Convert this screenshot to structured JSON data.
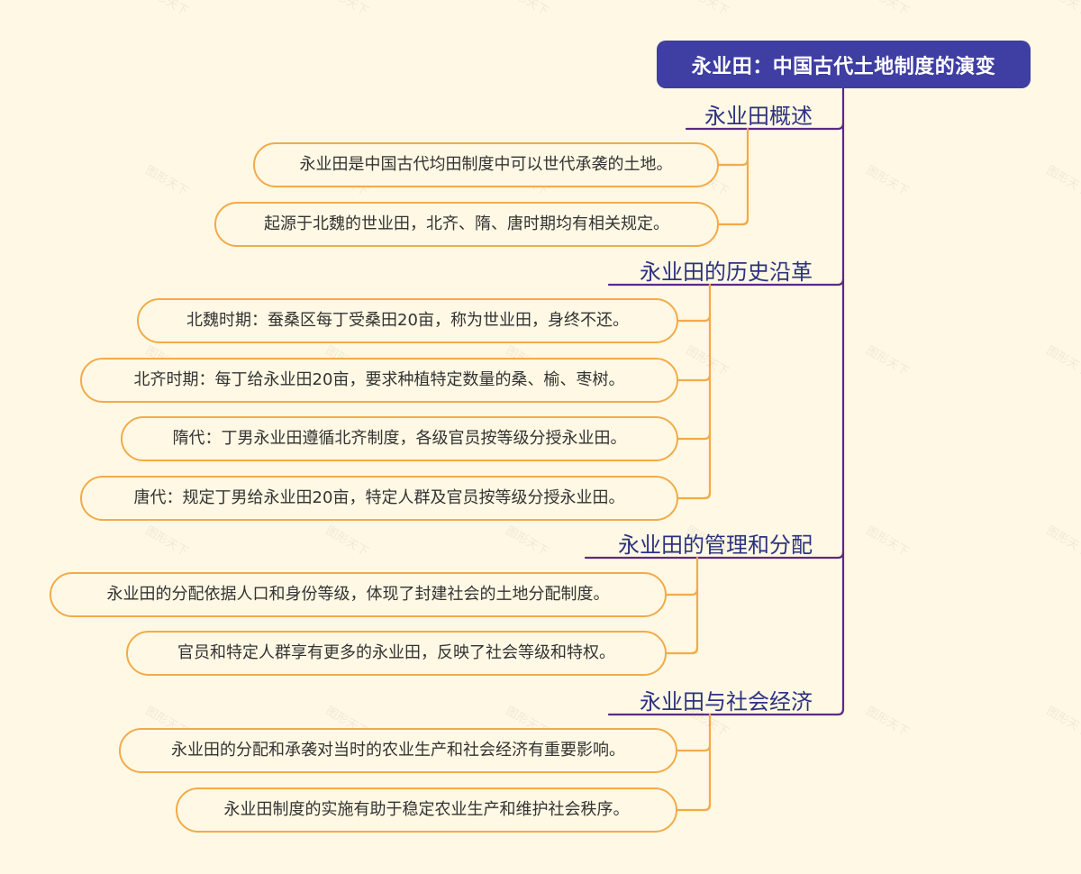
{
  "root": {
    "title": "永业田：中国古代土地制度的演变"
  },
  "watermark_text": "图形天下",
  "colors": {
    "background": "#fef8e4",
    "root_fill": "#3f3ea3",
    "branch_line": "#5b2a86",
    "leaf_border": "#f2ab4a",
    "branch_text": "#2c3280"
  },
  "branches": [
    {
      "label": "永业田概述",
      "leaves": [
        "永业田是中国古代均田制度中可以世代承袭的土地。",
        "起源于北魏的世业田，北齐、隋、唐时期均有相关规定。"
      ]
    },
    {
      "label": "永业田的历史沿革",
      "leaves": [
        "北魏时期：蚕桑区每丁受桑田20亩，称为世业田，身终不还。",
        "北齐时期：每丁给永业田20亩，要求种植特定数量的桑、榆、枣树。",
        "隋代：丁男永业田遵循北齐制度，各级官员按等级分授永业田。",
        "唐代：规定丁男给永业田20亩，特定人群及官员按等级分授永业田。"
      ]
    },
    {
      "label": "永业田的管理和分配",
      "leaves": [
        "永业田的分配依据人口和身份等级，体现了封建社会的土地分配制度。",
        "官员和特定人群享有更多的永业田，反映了社会等级和特权。"
      ]
    },
    {
      "label": "永业田与社会经济",
      "leaves": [
        "永业田的分配和承袭对当时的农业生产和社会经济有重要影响。",
        "永业田制度的实施有助于稳定农业生产和维护社会秩序。"
      ]
    }
  ]
}
